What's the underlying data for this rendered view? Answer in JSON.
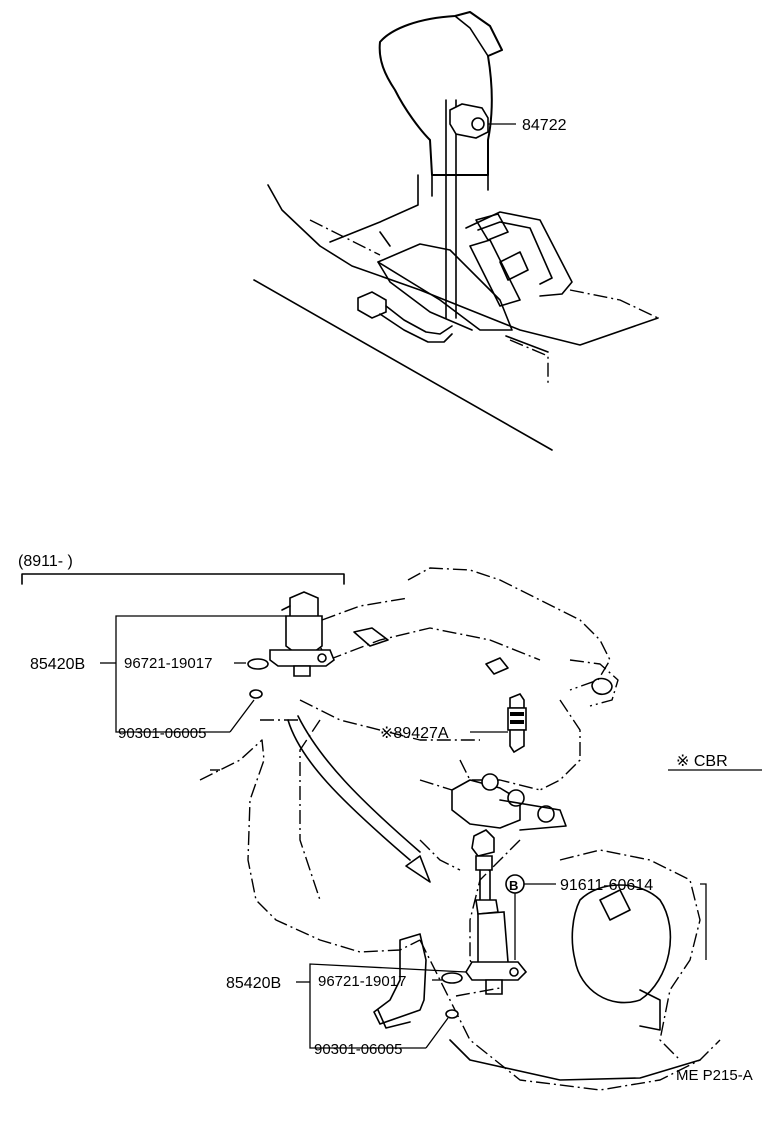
{
  "diagram": {
    "top": {
      "parts": [
        {
          "id": "84722",
          "label": "84722"
        }
      ]
    },
    "bottom": {
      "date_range": "(8911-        )",
      "cbr_note": "※ CBR",
      "upper_group": {
        "assembly": "85420B",
        "gasket": "96721-19017",
        "oring": "90301-06005"
      },
      "spark_plug": "※89427A",
      "bolt_marker": "B",
      "bolt": "91611-60614",
      "lower_group": {
        "assembly": "85420B",
        "gasket": "96721-19017",
        "oring": "90301-06005"
      },
      "figure_code": "ME P215-A"
    }
  }
}
